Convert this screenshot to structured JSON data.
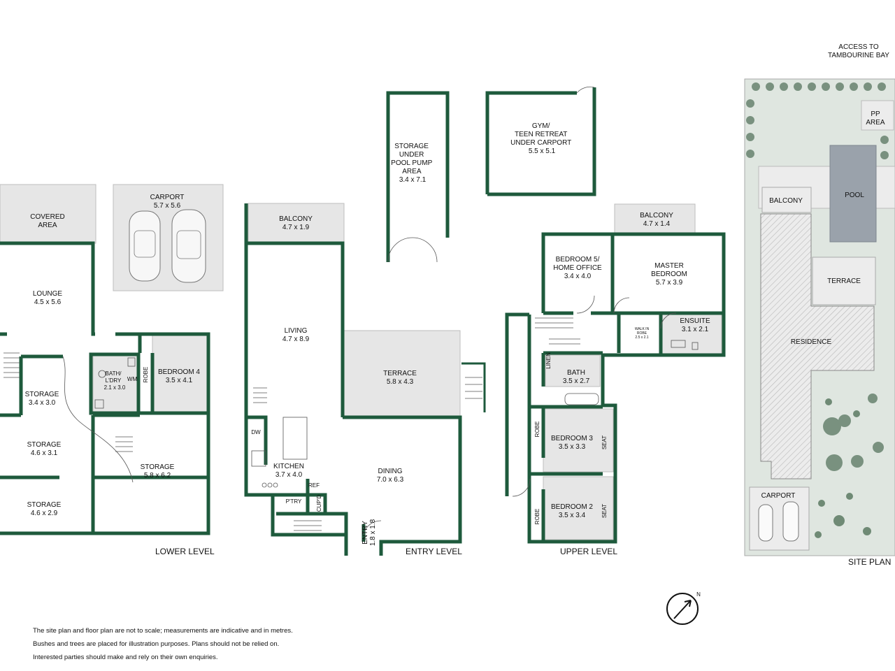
{
  "lower_level": {
    "title": "LOWER LEVEL",
    "covered_area": [
      "COVERED",
      "AREA"
    ],
    "carport": [
      "CARPORT",
      "5.7 x 5.6"
    ],
    "lounge": [
      "LOUNGE",
      "4.5 x 5.6"
    ],
    "bath_ldry": [
      "BATH/",
      "L'DRY",
      "2.1 x 3.0"
    ],
    "wm": "WM",
    "robe": "ROBE",
    "bedroom4": [
      "BEDROOM 4",
      "3.5 x 4.1"
    ],
    "storage_a": [
      "STORAGE",
      "3.4 x 3.0"
    ],
    "storage_b": [
      "STORAGE",
      "4.6 x 3.1"
    ],
    "storage_c": [
      "STORAGE",
      "5.8 x 6.2"
    ],
    "storage_d": [
      "STORAGE",
      "4.6 x 2.9"
    ]
  },
  "entry_level": {
    "title": "ENTRY LEVEL",
    "storage_pump": [
      "STORAGE",
      "UNDER",
      "POOL PUMP",
      "AREA",
      "3.4 x 7.1"
    ],
    "balcony": [
      "BALCONY",
      "4.7 x 1.9"
    ],
    "living": [
      "LIVING",
      "4.7 x 8.9"
    ],
    "terrace": [
      "TERRACE",
      "5.8 x 4.3"
    ],
    "dw": "DW",
    "kitchen": [
      "KITCHEN",
      "3.7 x 4.0"
    ],
    "ref": "REF",
    "ptry": "P'TRY",
    "cupd": "CUP'D",
    "dining": [
      "DINING",
      "7.0 x 6.3"
    ],
    "entry": [
      "ENTRY",
      "1.8 x 1.8"
    ]
  },
  "upper_level": {
    "title": "UPPER LEVEL",
    "gym": [
      "GYM/",
      "TEEN RETREAT",
      "UNDER CARPORT",
      "5.5 x 5.1"
    ],
    "balcony": [
      "BALCONY",
      "4.7 x 1.4"
    ],
    "bedroom5": [
      "BEDROOM 5/",
      "HOME OFFICE",
      "3.4 x 4.0"
    ],
    "master": [
      "MASTER",
      "BEDROOM",
      "5.7 x 3.9"
    ],
    "walkin": [
      "WALK IN",
      "ROBE",
      "2.5 x 2.1"
    ],
    "ensuite": [
      "ENSUITE",
      "3.1 x 2.1"
    ],
    "linen": "LINEN",
    "bath": [
      "BATH",
      "3.5 x 2.7"
    ],
    "robe": "ROBE",
    "seat": "SEAT",
    "bedroom3": [
      "BEDROOM 3",
      "3.5 x 3.3"
    ],
    "bedroom2": [
      "BEDROOM 2",
      "3.5 x 3.4"
    ]
  },
  "site_plan": {
    "title": "SITE PLAN",
    "access": [
      "ACCESS TO",
      "TAMBOURINE BAY"
    ],
    "pp_area": [
      "PP",
      "AREA"
    ],
    "pool": "POOL",
    "balcony": "BALCONY",
    "terrace": "TERRACE",
    "residence": "RESIDENCE",
    "carport": "CARPORT"
  },
  "compass": {
    "label": "N"
  },
  "disclaimer": [
    "The site plan and floor plan are not to scale; measurements are indicative and in metres.",
    "Bushes and trees are placed for illustration purposes. Plans should not be relied on.",
    "Interested parties should make and rely on their own enquiries."
  ],
  "colors": {
    "wall": "#1e5a3c",
    "fill": "#e6e6e6",
    "site_green": "#dfe6e0",
    "pool": "#9aa2ab"
  }
}
